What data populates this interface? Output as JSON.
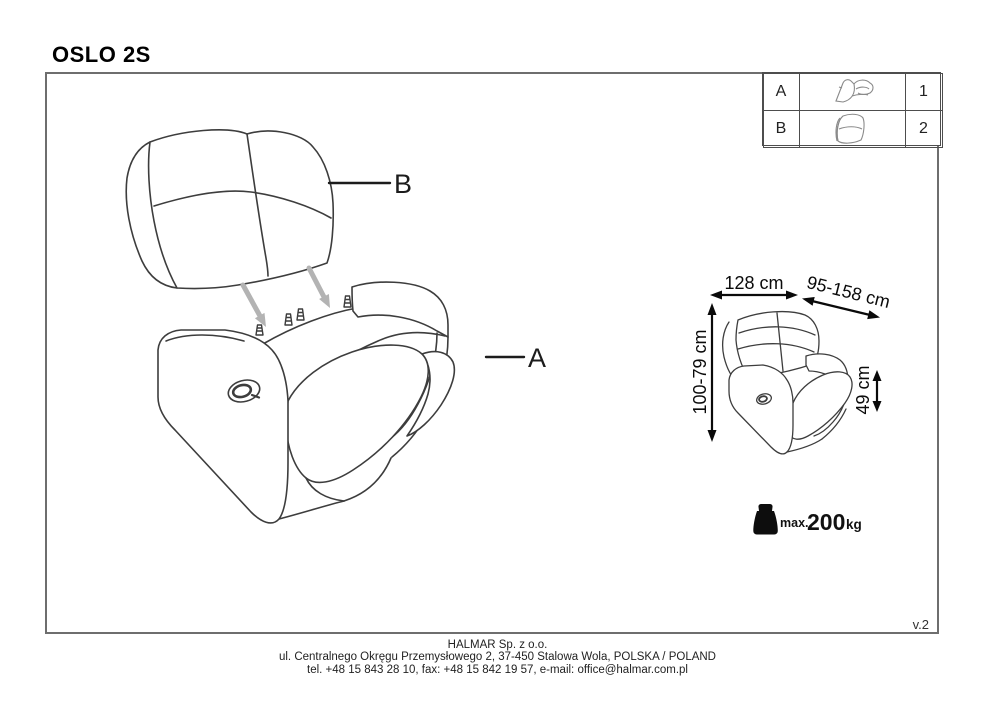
{
  "title": "OSLO 2S",
  "version": "v.2",
  "parts_table": {
    "rows": [
      {
        "part": "A",
        "icon": "sofa-base-icon",
        "qty": "1"
      },
      {
        "part": "B",
        "icon": "backrest-icon",
        "qty": "2"
      }
    ]
  },
  "assembly": {
    "label_a": "A",
    "label_b": "B"
  },
  "dimensions": {
    "width": "128 cm",
    "depth": "95-158 cm",
    "height": "100-79 cm",
    "seat_height": "49 cm"
  },
  "weight_limit": {
    "prefix": "max.",
    "value": "200",
    "unit": "kg"
  },
  "footer": {
    "company": "HALMAR Sp. z o.o.",
    "address": "ul. Centralnego Okręgu Przemysłowego 2, 37-450 Stalowa Wola, POLSKA / POLAND",
    "contact": "tel. +48 15 843 28 10, fax: +48 15 842 19 57, e-mail: office@halmar.com.pl"
  },
  "colors": {
    "line": "#3d3d3d",
    "arrow": "#b3b3b3",
    "border": "#6e6e6e"
  }
}
